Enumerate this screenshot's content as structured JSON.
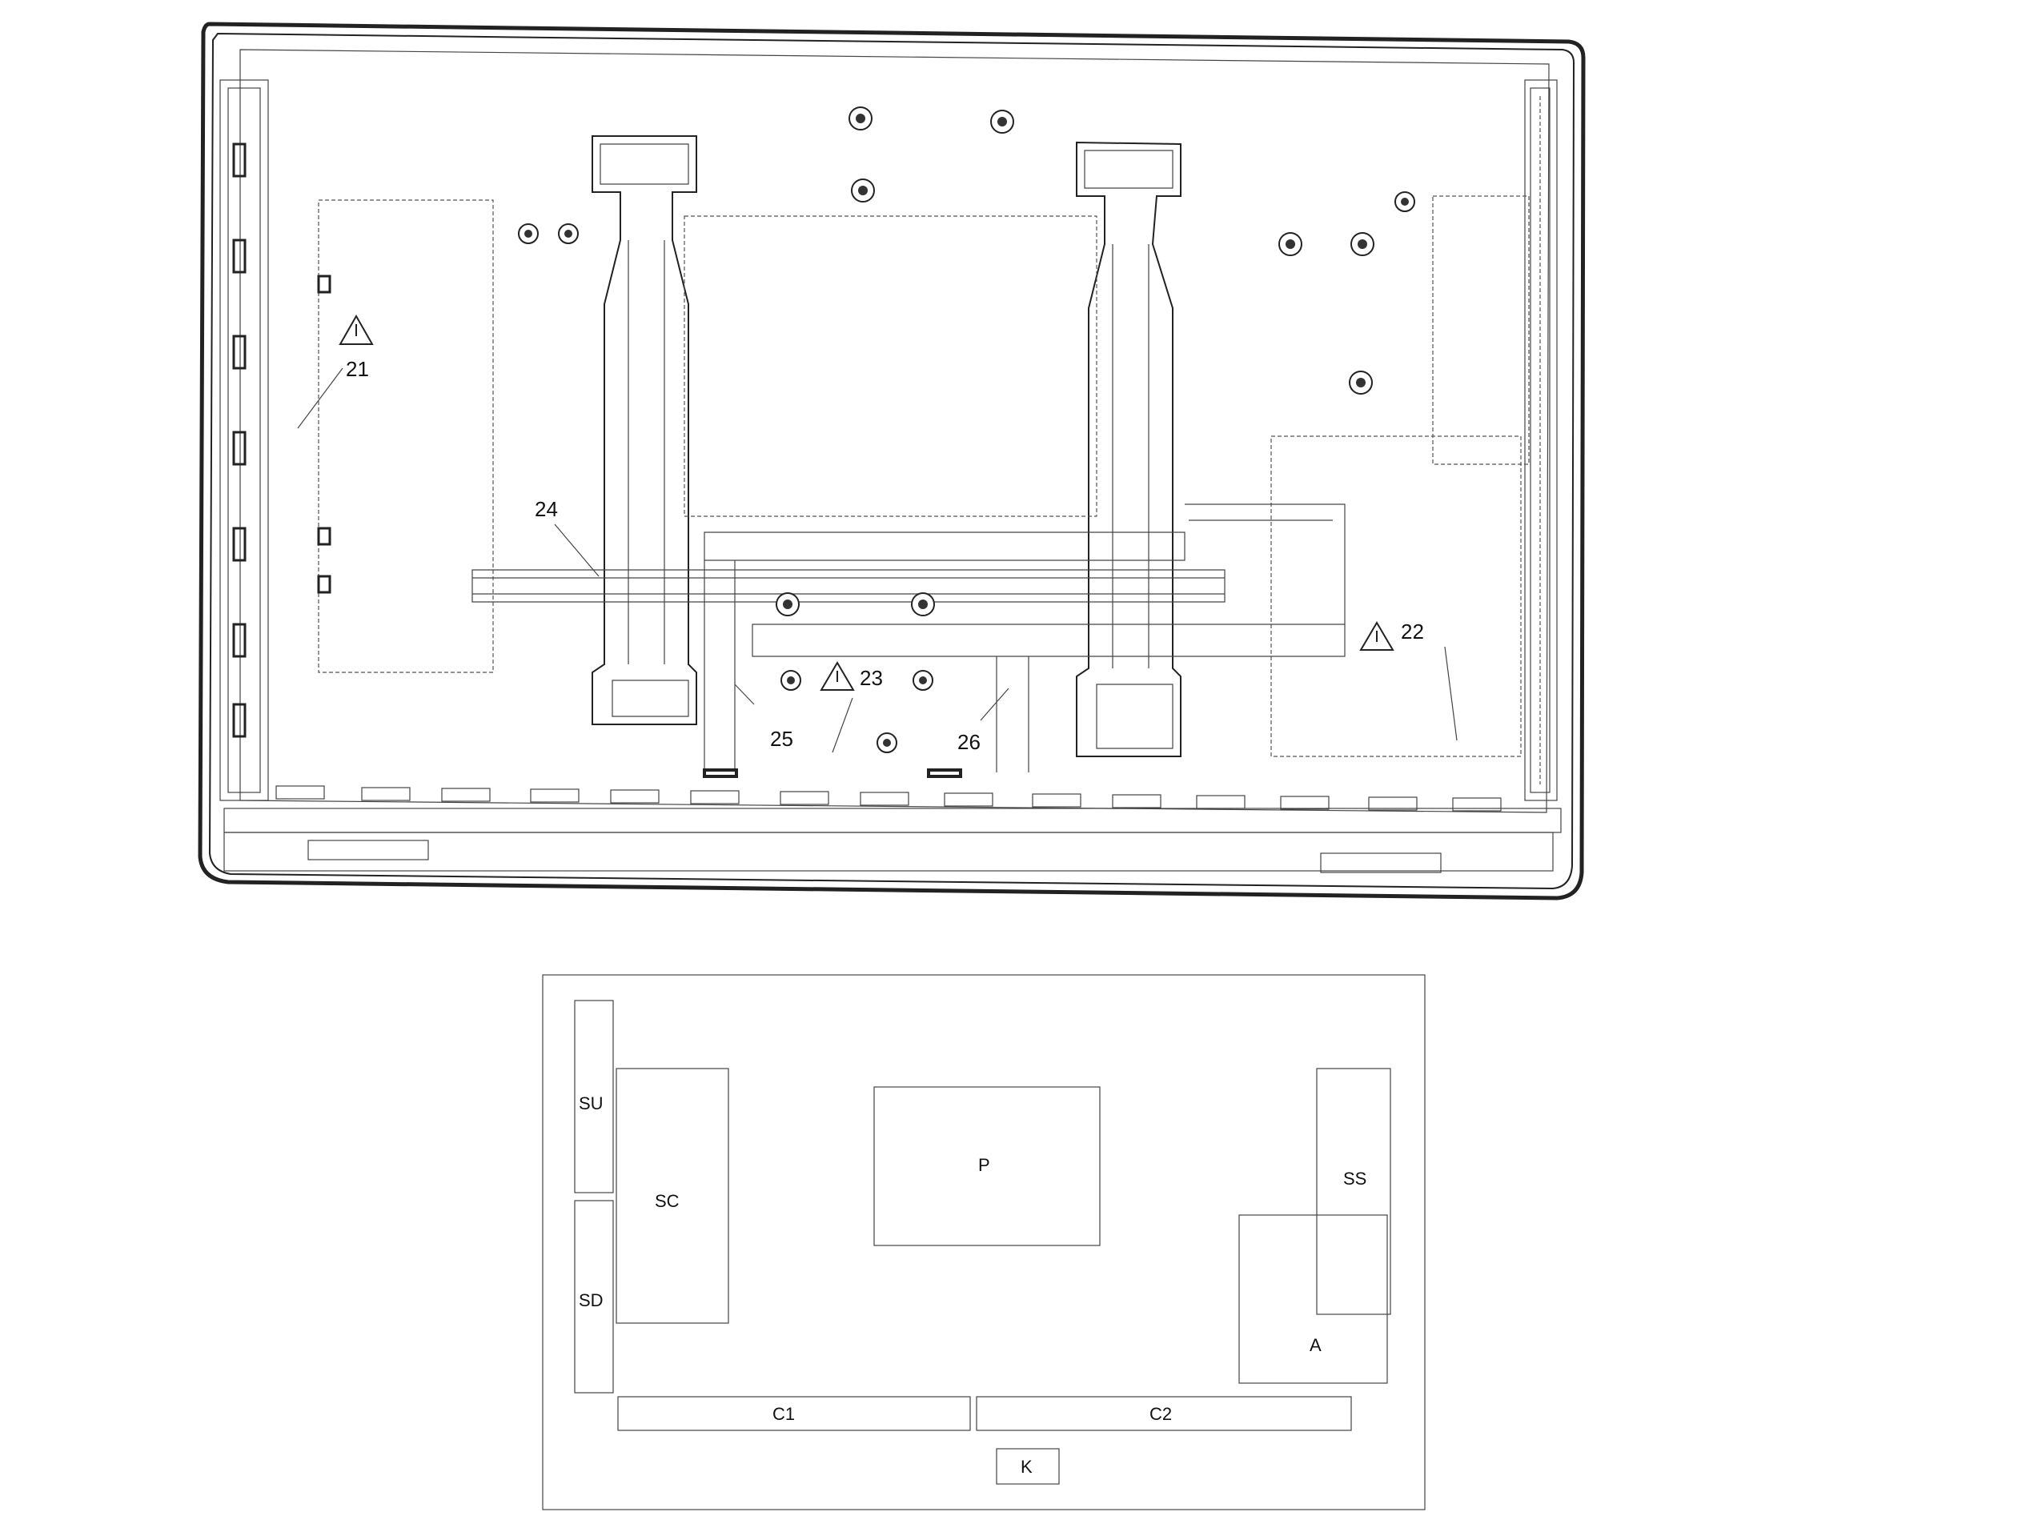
{
  "callouts": {
    "c21": "21",
    "c22": "22",
    "c23": "23",
    "c24": "24",
    "c25": "25",
    "c26": "26"
  },
  "warning_icon": "warning-triangle-icon",
  "boards": {
    "su": "SU",
    "sc": "SC",
    "sd": "SD",
    "p": "P",
    "ss": "SS",
    "a": "A",
    "c1": "C1",
    "c2": "C2",
    "k": "K"
  }
}
